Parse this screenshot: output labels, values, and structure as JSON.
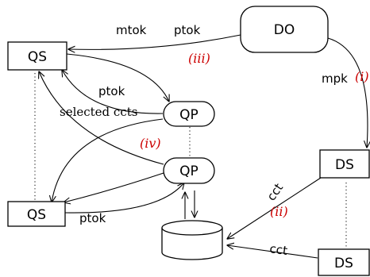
{
  "colors": {
    "step": "#cc0000",
    "line": "#000000"
  },
  "nodes": {
    "qs_top": "QS",
    "qs_bottom": "QS",
    "qp_top": "QP",
    "qp_bottom": "QP",
    "do": "DO",
    "ds_top": "DS",
    "ds_bottom": "DS",
    "db": ""
  },
  "edges": {
    "mtok": "mtok",
    "ptok_top": "ptok",
    "mpk": "mpk",
    "ptok_qs_qp": "ptok",
    "selected_ccts": "selected ccts",
    "ptok_bottom": "ptok",
    "cct_top": "cct",
    "cct_bottom": "cct"
  },
  "steps": {
    "i": "(i)",
    "ii": "(ii)",
    "iii": "(iii)",
    "iv": "(iv)"
  }
}
